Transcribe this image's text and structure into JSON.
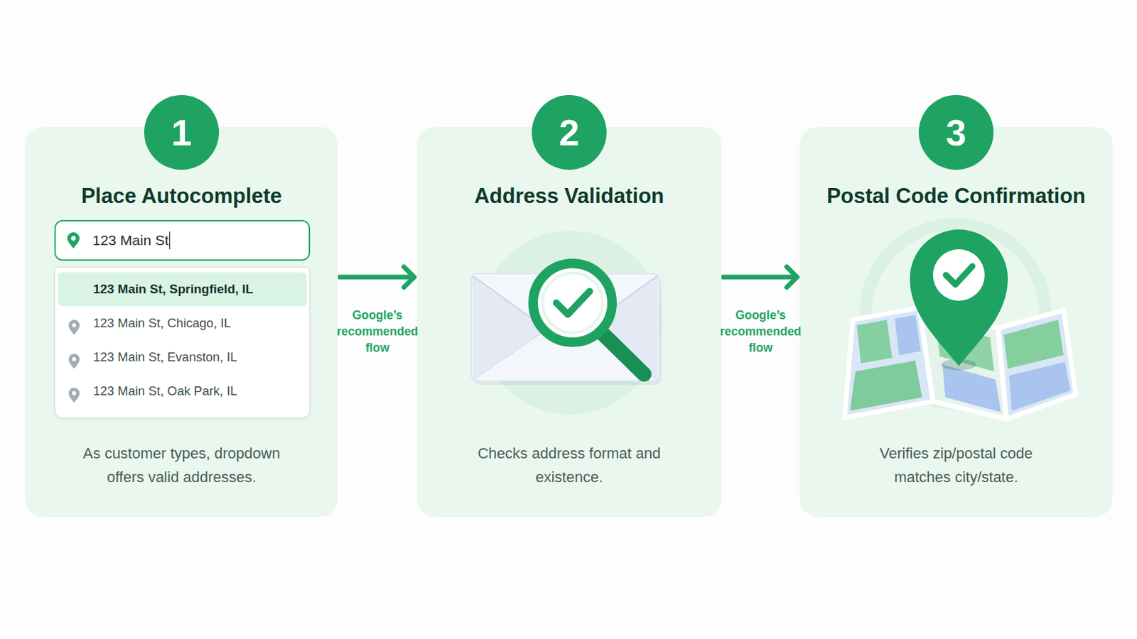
{
  "diagram": {
    "nodes": [
      {
        "text": [
          "Place Autocomplete",
          "As customer types, dropdown offers valid addresses."
        ]
      },
      {
        "text": [
          "1"
        ],
        "in": 0
      },
      {
        "text": [
          "123 Main St"
        ],
        "in": 0
      },
      {
        "text": [
          "123 Main St, Springfield, IL",
          "123 Main St, Chicago, IL",
          "123 Main St, Evanston, IL",
          "123 Main St, Oak Park, IL"
        ],
        "in": 0
      },
      {
        "text": [
          "Address Validation",
          "Checks address format and existence."
        ]
      },
      {
        "text": [
          "2"
        ],
        "in": 4
      },
      {
        "text": [
          "Postal Code Confirmation",
          "Verifies zip/postal code matches city/state."
        ]
      },
      {
        "text": [
          "3"
        ],
        "in": 6
      }
    ],
    "edges": [
      {
        "from": 0,
        "to": 4,
        "arrow": "to",
        "label": "Google’s recommended flow"
      },
      {
        "from": 4,
        "to": 6,
        "arrow": "to",
        "label": "Google’s recommended flow"
      }
    ]
  }
}
